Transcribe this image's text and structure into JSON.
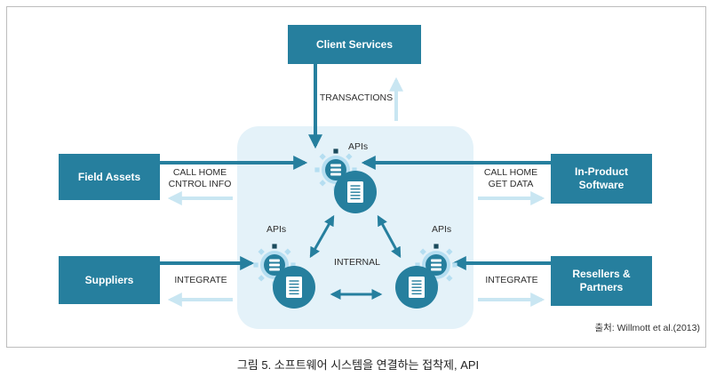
{
  "nodes": {
    "client_services": "Client Services",
    "field_assets": "Field Assets",
    "suppliers": "Suppliers",
    "in_product_software": "In-Product\nSoftware",
    "resellers_partners": "Resellers &\nPartners"
  },
  "edges": {
    "transactions": "TRANSACTIONS",
    "call_home_left": "CALL HOME\nCNTROL INFO",
    "call_home_right": "CALL HOME\nGET DATA",
    "integrate_left": "INTEGRATE",
    "integrate_right": "INTEGRATE",
    "internal": "INTERNAL"
  },
  "api_labels": {
    "top": "APIs",
    "left": "APIs",
    "right": "APIs"
  },
  "source": "출처: Willmott et al.(2013)",
  "caption": "그림 5. 소프트웨어 시스템을 연결하는 접착제, API",
  "colors": {
    "box": "#267f9e",
    "arrow": "#267f9e",
    "arrow_light": "#c9e6f2",
    "hub_bg": "#e4f2f9",
    "api_ring": "#b5def1",
    "api_accent": "#1b4a5c"
  }
}
